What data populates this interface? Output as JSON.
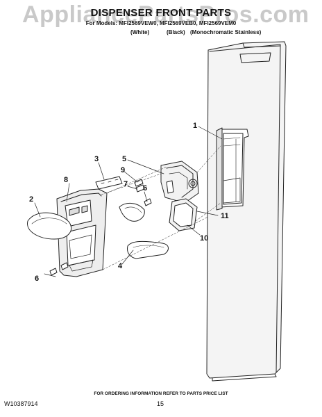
{
  "header": {
    "watermark": "AppliancePartsPros.com",
    "title": "DISPENSER FRONT PARTS",
    "models": "For Models: MFI2569VEW0, MFI2569VEB0, MFI2569VEM0",
    "variants": [
      "(White)",
      "(Black)",
      "(Monochromatic Stainless)"
    ]
  },
  "callouts": [
    "1",
    "2",
    "3",
    "4",
    "5",
    "6",
    "6",
    "7",
    "8",
    "9",
    "10",
    "11"
  ],
  "footer": {
    "ordering_info": "FOR ORDERING INFORMATION REFER TO PARTS PRICE LIST",
    "document_number": "W10387914",
    "page_number": "15"
  },
  "colors": {
    "line": "#222222",
    "panel_fill": "#eeeeee",
    "watermark": "#c9c9c9"
  }
}
